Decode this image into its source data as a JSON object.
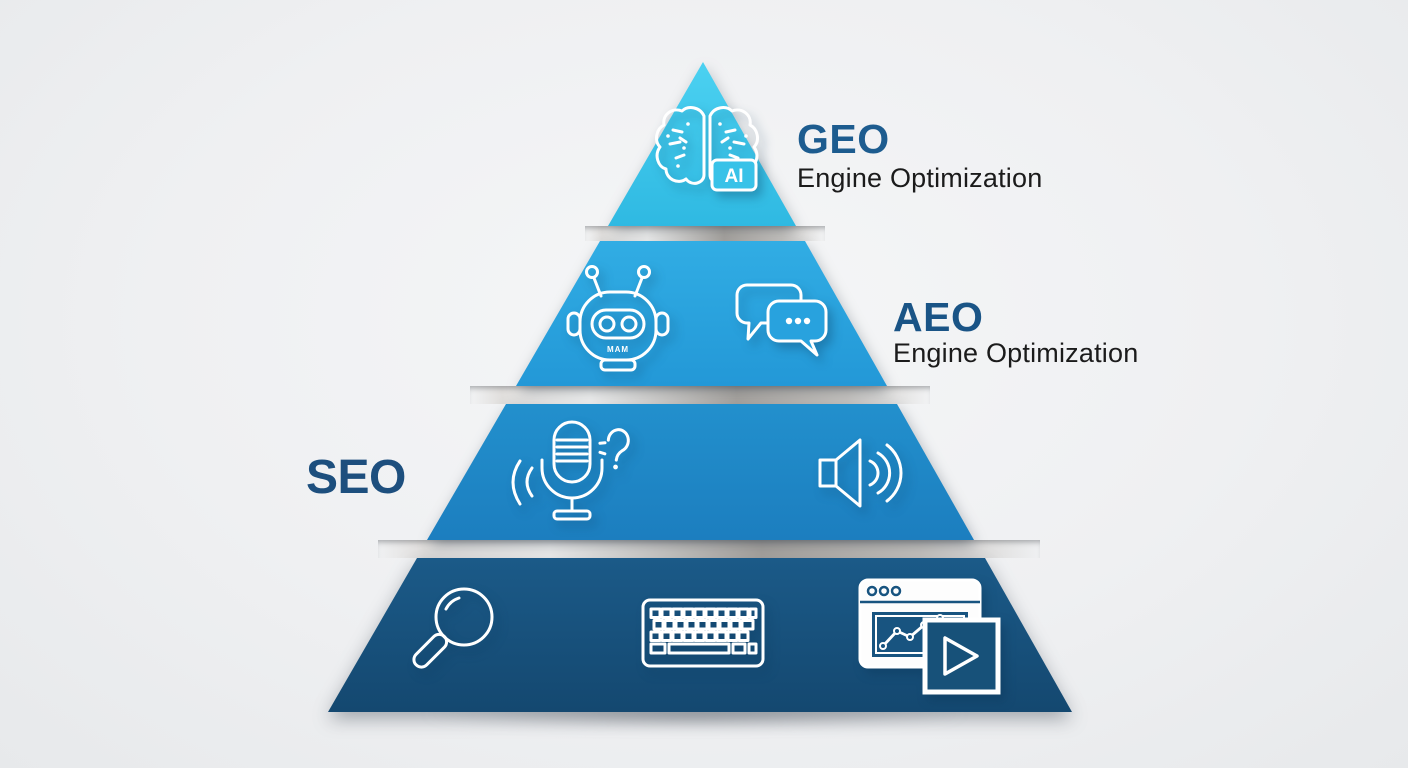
{
  "figure": {
    "type": "seo-pyramid-infographic",
    "background_color": "#eff0f2",
    "divider_color_light": "#f4f4f3",
    "divider_color_dark": "#a9a5a0",
    "levels": [
      {
        "id": "geo",
        "title": "GEO",
        "subtitle": "Engine Optimization",
        "title_color": "#1d5c8f",
        "fill_top": "#4bd1f1",
        "fill_bottom": "#2fb9e2",
        "icons": [
          "ai-brain-icon"
        ]
      },
      {
        "id": "aeo",
        "title": "AEO",
        "subtitle": "Engine Optimization",
        "title_color": "#1a5486",
        "fill_top": "#31ade4",
        "fill_bottom": "#2398d7",
        "icons": [
          "chatbot-icon",
          "chat-bubbles-icon"
        ]
      },
      {
        "id": "seo",
        "title": "SEO",
        "subtitle": "",
        "title_color": "#1d4f7e",
        "fill_top": "#2290cd",
        "fill_bottom": "#1c7ebf",
        "icons": [
          "voice-search-mic-icon",
          "speaker-icon"
        ]
      },
      {
        "id": "foundation",
        "title": "",
        "subtitle": "",
        "title_color": "",
        "fill_top": "#1b5a88",
        "fill_bottom": "#144870",
        "icons": [
          "search-magnifier-icon",
          "keyboard-icon",
          "video-analytics-icon"
        ]
      }
    ],
    "ai_badge_text": "AI",
    "robot_mouth_text": "MAM"
  }
}
